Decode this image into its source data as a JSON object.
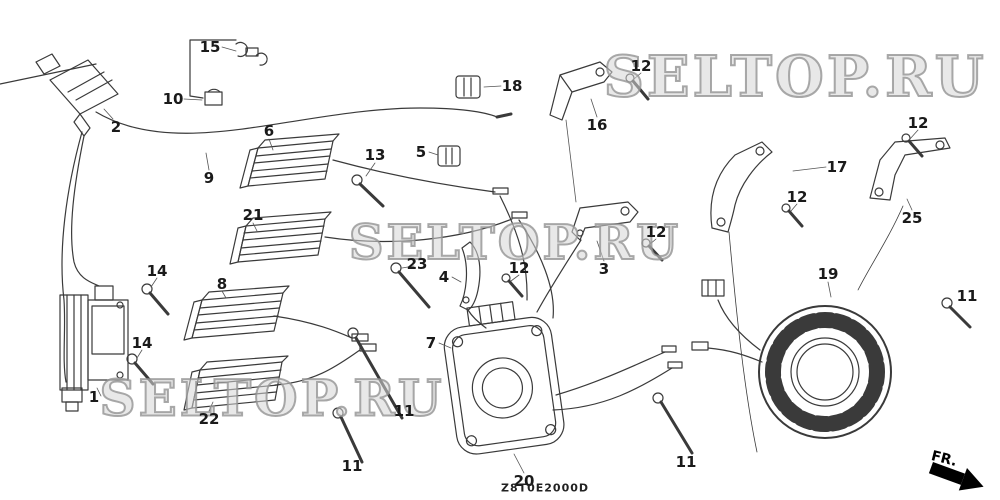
{
  "colors": {
    "line": "#3a3a3a",
    "label": "#1a1a1a",
    "watermark": "#b0b0b0",
    "arrow": "#000000"
  },
  "watermark": {
    "text": "SELTOP.RU"
  },
  "footer": {
    "diagram_code": "Z8T0E2000D",
    "direction_label": "FR."
  },
  "labels": [
    {
      "text": "15"
    },
    {
      "text": "10"
    },
    {
      "text": "2"
    },
    {
      "text": "9"
    },
    {
      "text": "6"
    },
    {
      "text": "13"
    },
    {
      "text": "5"
    },
    {
      "text": "18"
    },
    {
      "text": "16"
    },
    {
      "text": "12"
    },
    {
      "text": "12"
    },
    {
      "text": "17"
    },
    {
      "text": "12"
    },
    {
      "text": "25"
    },
    {
      "text": "21"
    },
    {
      "text": "23"
    },
    {
      "text": "4"
    },
    {
      "text": "12"
    },
    {
      "text": "12"
    },
    {
      "text": "3"
    },
    {
      "text": "14"
    },
    {
      "text": "8"
    },
    {
      "text": "14"
    },
    {
      "text": "1"
    },
    {
      "text": "22"
    },
    {
      "text": "11"
    },
    {
      "text": "11"
    },
    {
      "text": "7"
    },
    {
      "text": "20"
    },
    {
      "text": "11"
    },
    {
      "text": "19"
    },
    {
      "text": "11"
    }
  ]
}
